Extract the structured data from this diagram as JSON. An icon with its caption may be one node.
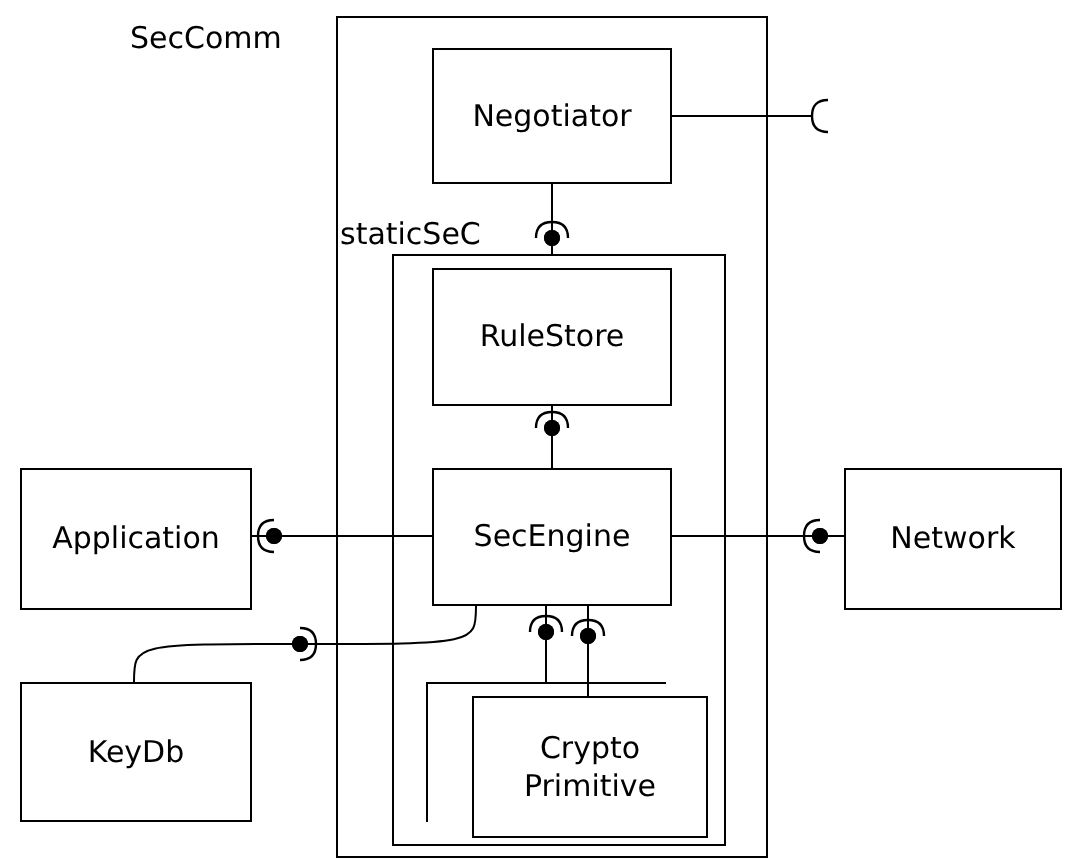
{
  "diagram": {
    "nodes": [
      {
        "text": [
          "SecComm"
        ]
      },
      {
        "text": [
          "Negotiator"
        ],
        "in": 0
      },
      {
        "text": [
          "staticSeC"
        ],
        "in": 0
      },
      {
        "text": [
          "RuleStore"
        ],
        "in": 2
      },
      {
        "text": [
          "SecEngine"
        ],
        "in": 2
      },
      {
        "text": [],
        "shape": "box",
        "in": 2
      },
      {
        "text": [
          "Crypto Primitive"
        ],
        "in": 2
      },
      {
        "text": [
          "Application"
        ]
      },
      {
        "text": [
          "KeyDb"
        ]
      },
      {
        "text": [
          "Network"
        ]
      }
    ],
    "edges": [
      {
        "from": 1,
        "to": null,
        "arrow": "other"
      },
      {
        "from": 1,
        "to": 2,
        "arrow": "other"
      },
      {
        "from": 3,
        "to": 4,
        "arrow": "other"
      },
      {
        "from": 7,
        "to": 4,
        "arrow": "other"
      },
      {
        "from": 4,
        "to": 9,
        "arrow": "other"
      },
      {
        "from": 8,
        "to": 4,
        "arrow": "other"
      },
      {
        "from": 4,
        "to": 5,
        "arrow": "other"
      },
      {
        "from": 4,
        "to": 6,
        "arrow": "other"
      }
    ]
  }
}
